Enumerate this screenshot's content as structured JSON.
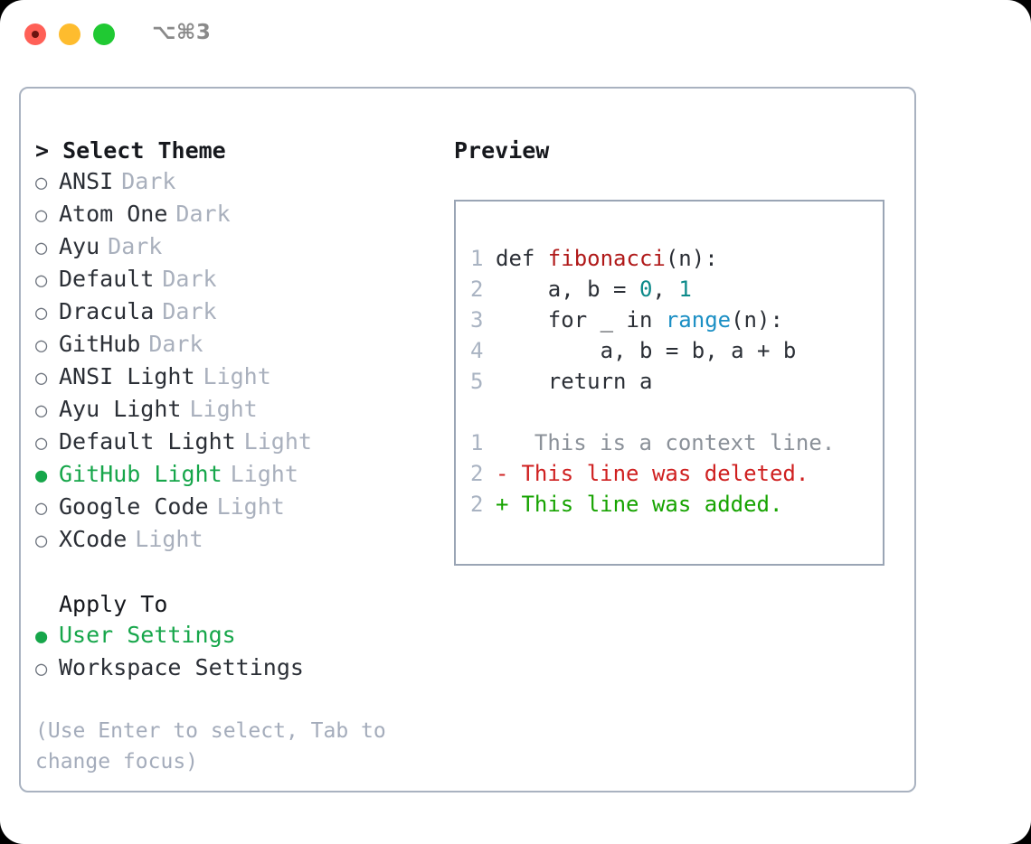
{
  "titlebar": {
    "shortcut": "⌥⌘3",
    "buttons": [
      {
        "name": "close",
        "color": "#ff6057"
      },
      {
        "name": "minimize",
        "color": "#febc2e"
      },
      {
        "name": "zoom",
        "color": "#20c933"
      }
    ]
  },
  "theme_panel": {
    "heading": "> Select Theme",
    "caret": ">",
    "heading_label": "Select Theme",
    "bullet_off": "○",
    "bullet_on": "●",
    "items": [
      {
        "label": "ANSI",
        "kind": "Dark",
        "selected": false
      },
      {
        "label": "Atom One",
        "kind": "Dark",
        "selected": false
      },
      {
        "label": "Ayu",
        "kind": "Dark",
        "selected": false
      },
      {
        "label": "Default",
        "kind": "Dark",
        "selected": false
      },
      {
        "label": "Dracula",
        "kind": "Dark",
        "selected": false
      },
      {
        "label": "GitHub",
        "kind": "Dark",
        "selected": false
      },
      {
        "label": "ANSI Light",
        "kind": "Light",
        "selected": false
      },
      {
        "label": "Ayu Light",
        "kind": "Light",
        "selected": false
      },
      {
        "label": "Default Light",
        "kind": "Light",
        "selected": false
      },
      {
        "label": "GitHub Light",
        "kind": "Light",
        "selected": true
      },
      {
        "label": "Google Code",
        "kind": "Light",
        "selected": false
      },
      {
        "label": "XCode",
        "kind": "Light",
        "selected": false
      }
    ]
  },
  "apply_to": {
    "heading": "Apply To",
    "items": [
      {
        "label": "User Settings",
        "selected": true
      },
      {
        "label": "Workspace Settings",
        "selected": false
      }
    ]
  },
  "hint": "(Use Enter to select, Tab to change focus)",
  "preview": {
    "title": "Preview",
    "code_lines": [
      {
        "no": "1",
        "segments": [
          {
            "t": "def ",
            "c": "plain"
          },
          {
            "t": "fibonacci",
            "c": "fn"
          },
          {
            "t": "(n):",
            "c": "plain"
          }
        ]
      },
      {
        "no": "2",
        "segments": [
          {
            "t": "    a, b = ",
            "c": "plain"
          },
          {
            "t": "0",
            "c": "num"
          },
          {
            "t": ", ",
            "c": "plain"
          },
          {
            "t": "1",
            "c": "num"
          }
        ]
      },
      {
        "no": "3",
        "segments": [
          {
            "t": "    for _ in ",
            "c": "plain"
          },
          {
            "t": "range",
            "c": "call"
          },
          {
            "t": "(n):",
            "c": "plain"
          }
        ]
      },
      {
        "no": "4",
        "segments": [
          {
            "t": "        a, b = b, a + b",
            "c": "plain"
          }
        ]
      },
      {
        "no": "5",
        "segments": [
          {
            "t": "    return a",
            "c": "plain"
          }
        ]
      }
    ],
    "diff_lines": [
      {
        "no": "1",
        "mark": " ",
        "text": "  This is a context line.",
        "kind": "ctx"
      },
      {
        "no": "2",
        "mark": "-",
        "text": " This line was deleted.",
        "kind": "del"
      },
      {
        "no": "2",
        "mark": "+",
        "text": " This line was added.",
        "kind": "add"
      }
    ]
  },
  "colors": {
    "accent_green": "#16a64a",
    "diff_add": "#16a300",
    "diff_del": "#cf2020",
    "token_function": "#b01919",
    "token_number": "#0d8a8a",
    "token_call": "#1b8fc4",
    "border": "#a9b2c0",
    "muted": "#a9b0bd"
  }
}
